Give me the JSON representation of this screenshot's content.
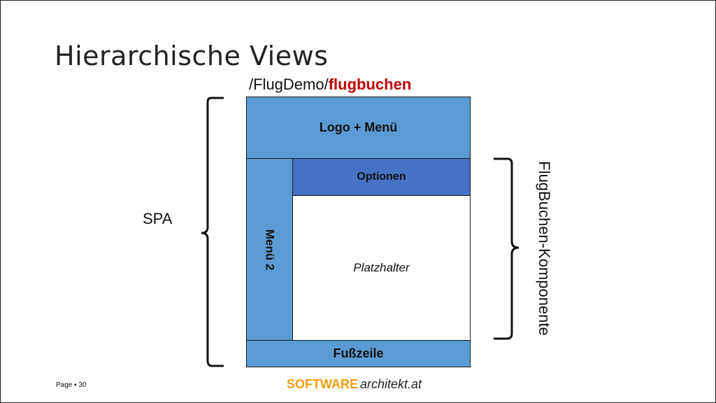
{
  "slide": {
    "title": "Hierarchische Views",
    "route_prefix": "/FlugDemo/",
    "route_highlight": "flugbuchen",
    "page_label": "Page",
    "page_separator": "▪",
    "page_number": "30"
  },
  "diagram": {
    "header": "Logo + Menü",
    "side_menu": "Menü 2",
    "options": "Optionen",
    "placeholder": "Platzhalter",
    "footer": "Fußzeile",
    "left_brace_label": "SPA",
    "right_brace_label": "FlugBuchen-Komponente"
  },
  "logo": {
    "part1": "SOFTWARE",
    "part2": "architekt.at"
  },
  "colors": {
    "light_blue": "#5b9bd5",
    "dark_blue": "#4472c4",
    "highlight_red": "#c00000",
    "logo_orange": "#f39c12"
  }
}
